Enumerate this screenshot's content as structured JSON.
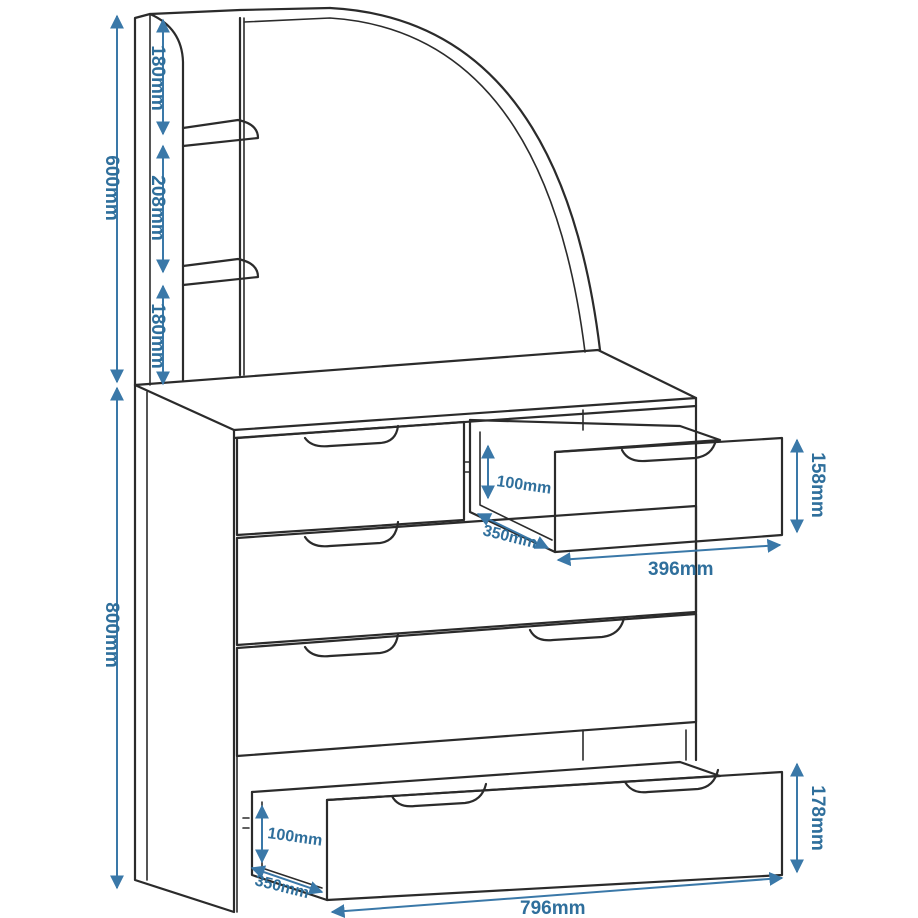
{
  "dimensions": {
    "hutch_height": "600mm",
    "shelf_gap_top": "180mm",
    "shelf_gap_middle": "208mm",
    "shelf_gap_bottom": "180mm",
    "body_height": "800mm",
    "small_drawer_inner_height": "100mm",
    "small_drawer_depth": "350mm",
    "small_drawer_front_height": "158mm",
    "small_drawer_width": "396mm",
    "large_drawer_inner_height": "100mm",
    "large_drawer_depth": "350mm",
    "large_drawer_front_height": "178mm",
    "total_width": "796mm"
  },
  "colors": {
    "outline": "#2b2b2b",
    "dimension": "#3a78a8"
  }
}
